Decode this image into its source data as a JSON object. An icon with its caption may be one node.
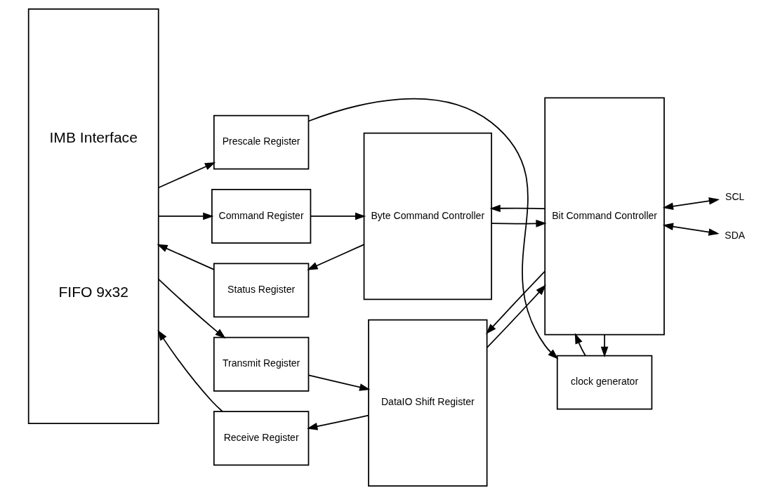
{
  "diagram": {
    "nodes": [
      {
        "text": [
          "IMB Interface",
          "FIFO 9x32"
        ]
      },
      {
        "text": [
          "Prescale Register"
        ]
      },
      {
        "text": [
          "clock generator"
        ]
      },
      {
        "text": [
          "Command Register"
        ]
      },
      {
        "text": [
          "Byte Command Controller"
        ]
      },
      {
        "text": [
          "Bit Command Controller"
        ]
      },
      {
        "text": [
          "Status Register"
        ]
      },
      {
        "text": [
          "Transmit Register"
        ]
      },
      {
        "text": [
          "DataIO Shift Register"
        ]
      },
      {
        "text": [
          "Receive Register"
        ]
      },
      {
        "text": [
          "SCL"
        ]
      },
      {
        "text": [
          "SDA"
        ]
      }
    ],
    "edges": [
      {
        "from": 0,
        "to": 1,
        "arrow": "to"
      },
      {
        "from": 1,
        "to": 2,
        "arrow": "to"
      },
      {
        "from": 5,
        "to": 2,
        "arrow": "to"
      },
      {
        "from": 2,
        "to": 5,
        "arrow": "to"
      },
      {
        "from": 0,
        "to": 3,
        "arrow": "to"
      },
      {
        "from": 3,
        "to": 4,
        "arrow": "to"
      },
      {
        "from": 4,
        "to": 5,
        "arrow": "to"
      },
      {
        "from": 5,
        "to": 4,
        "arrow": "to"
      },
      {
        "from": 4,
        "to": 6,
        "arrow": "to"
      },
      {
        "from": 6,
        "to": 0,
        "arrow": "to"
      },
      {
        "from": 0,
        "to": 7,
        "arrow": "to"
      },
      {
        "from": 7,
        "to": 8,
        "arrow": "to"
      },
      {
        "from": 8,
        "to": 5,
        "arrow": "to"
      },
      {
        "from": 5,
        "to": 8,
        "arrow": "to"
      },
      {
        "from": 8,
        "to": 9,
        "arrow": "to"
      },
      {
        "from": 9,
        "to": 0,
        "arrow": "to"
      },
      {
        "from": 5,
        "to": 10,
        "arrow": "both"
      },
      {
        "from": 5,
        "to": 11,
        "arrow": "both"
      }
    ]
  }
}
